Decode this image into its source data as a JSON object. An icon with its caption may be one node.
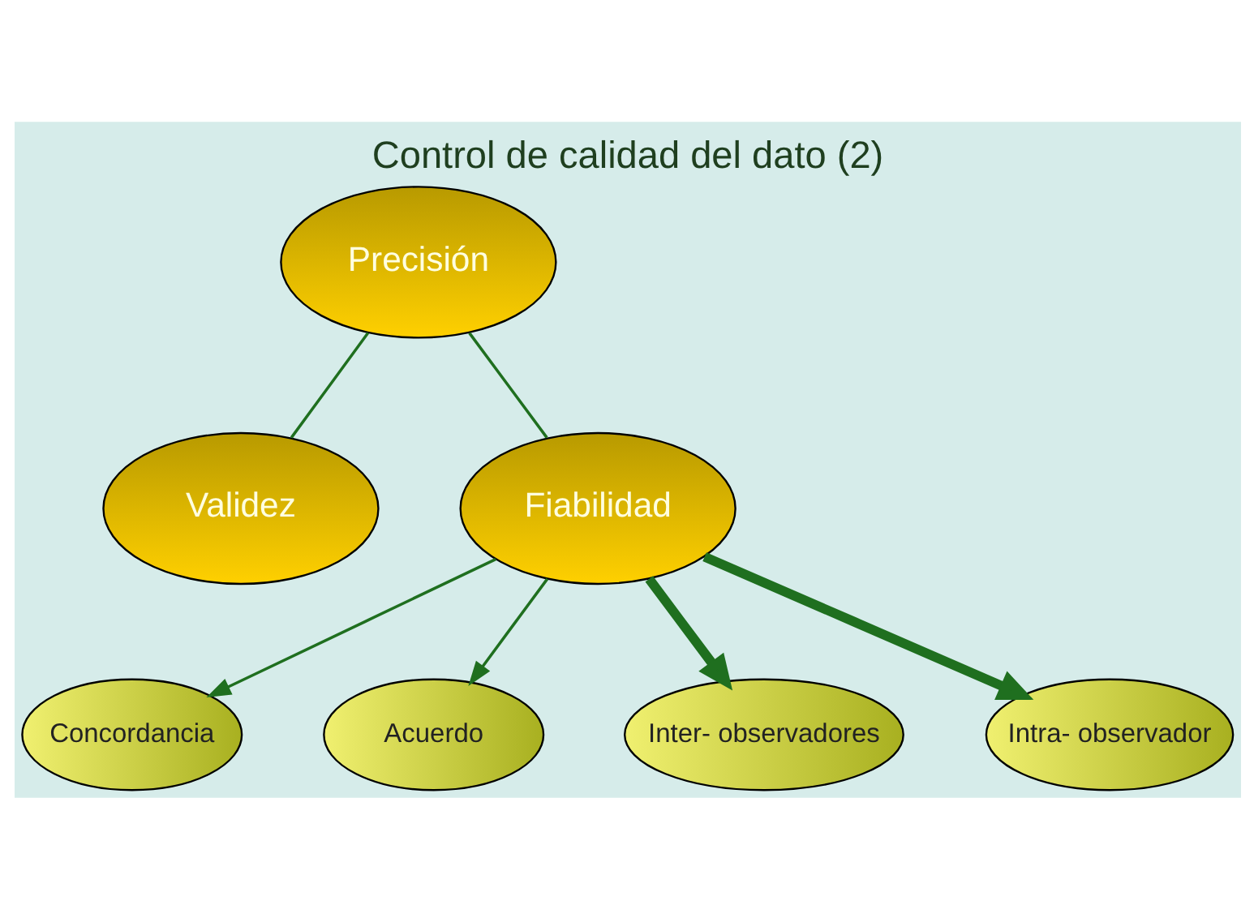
{
  "diagram": {
    "title": "Control de calidad del dato (2)",
    "nodes": [
      {
        "text": [
          "Precisión"
        ]
      },
      {
        "text": [
          "Validez"
        ]
      },
      {
        "text": [
          "Fiabilidad"
        ]
      },
      {
        "text": [
          "Concordancia"
        ]
      },
      {
        "text": [
          "Acuerdo"
        ]
      },
      {
        "text": [
          "Inter- observadores"
        ]
      },
      {
        "text": [
          "Intra- observador"
        ]
      }
    ],
    "edges": [
      {
        "from": 0,
        "to": 1,
        "arrow": "none"
      },
      {
        "from": 0,
        "to": 2,
        "arrow": "none"
      },
      {
        "from": 2,
        "to": 3,
        "arrow": "to"
      },
      {
        "from": 2,
        "to": 4,
        "arrow": "to"
      },
      {
        "from": 2,
        "to": 5,
        "arrow": "to",
        "style": "thick"
      },
      {
        "from": 2,
        "to": 6,
        "arrow": "to",
        "style": "thick"
      }
    ]
  }
}
